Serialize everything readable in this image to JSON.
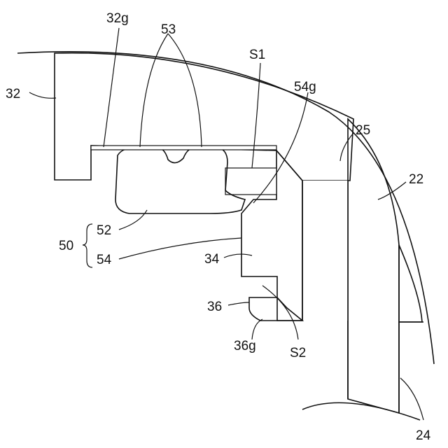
{
  "labels": {
    "l32g": "32g",
    "l53": "53",
    "l32": "32",
    "lS1": "S1",
    "l54g": "54g",
    "l25": "25",
    "l22": "22",
    "l50": "50",
    "l52": "52",
    "l54": "54",
    "l34": "34",
    "l36": "36",
    "l36g": "36g",
    "lS2": "S2",
    "l24": "24"
  }
}
